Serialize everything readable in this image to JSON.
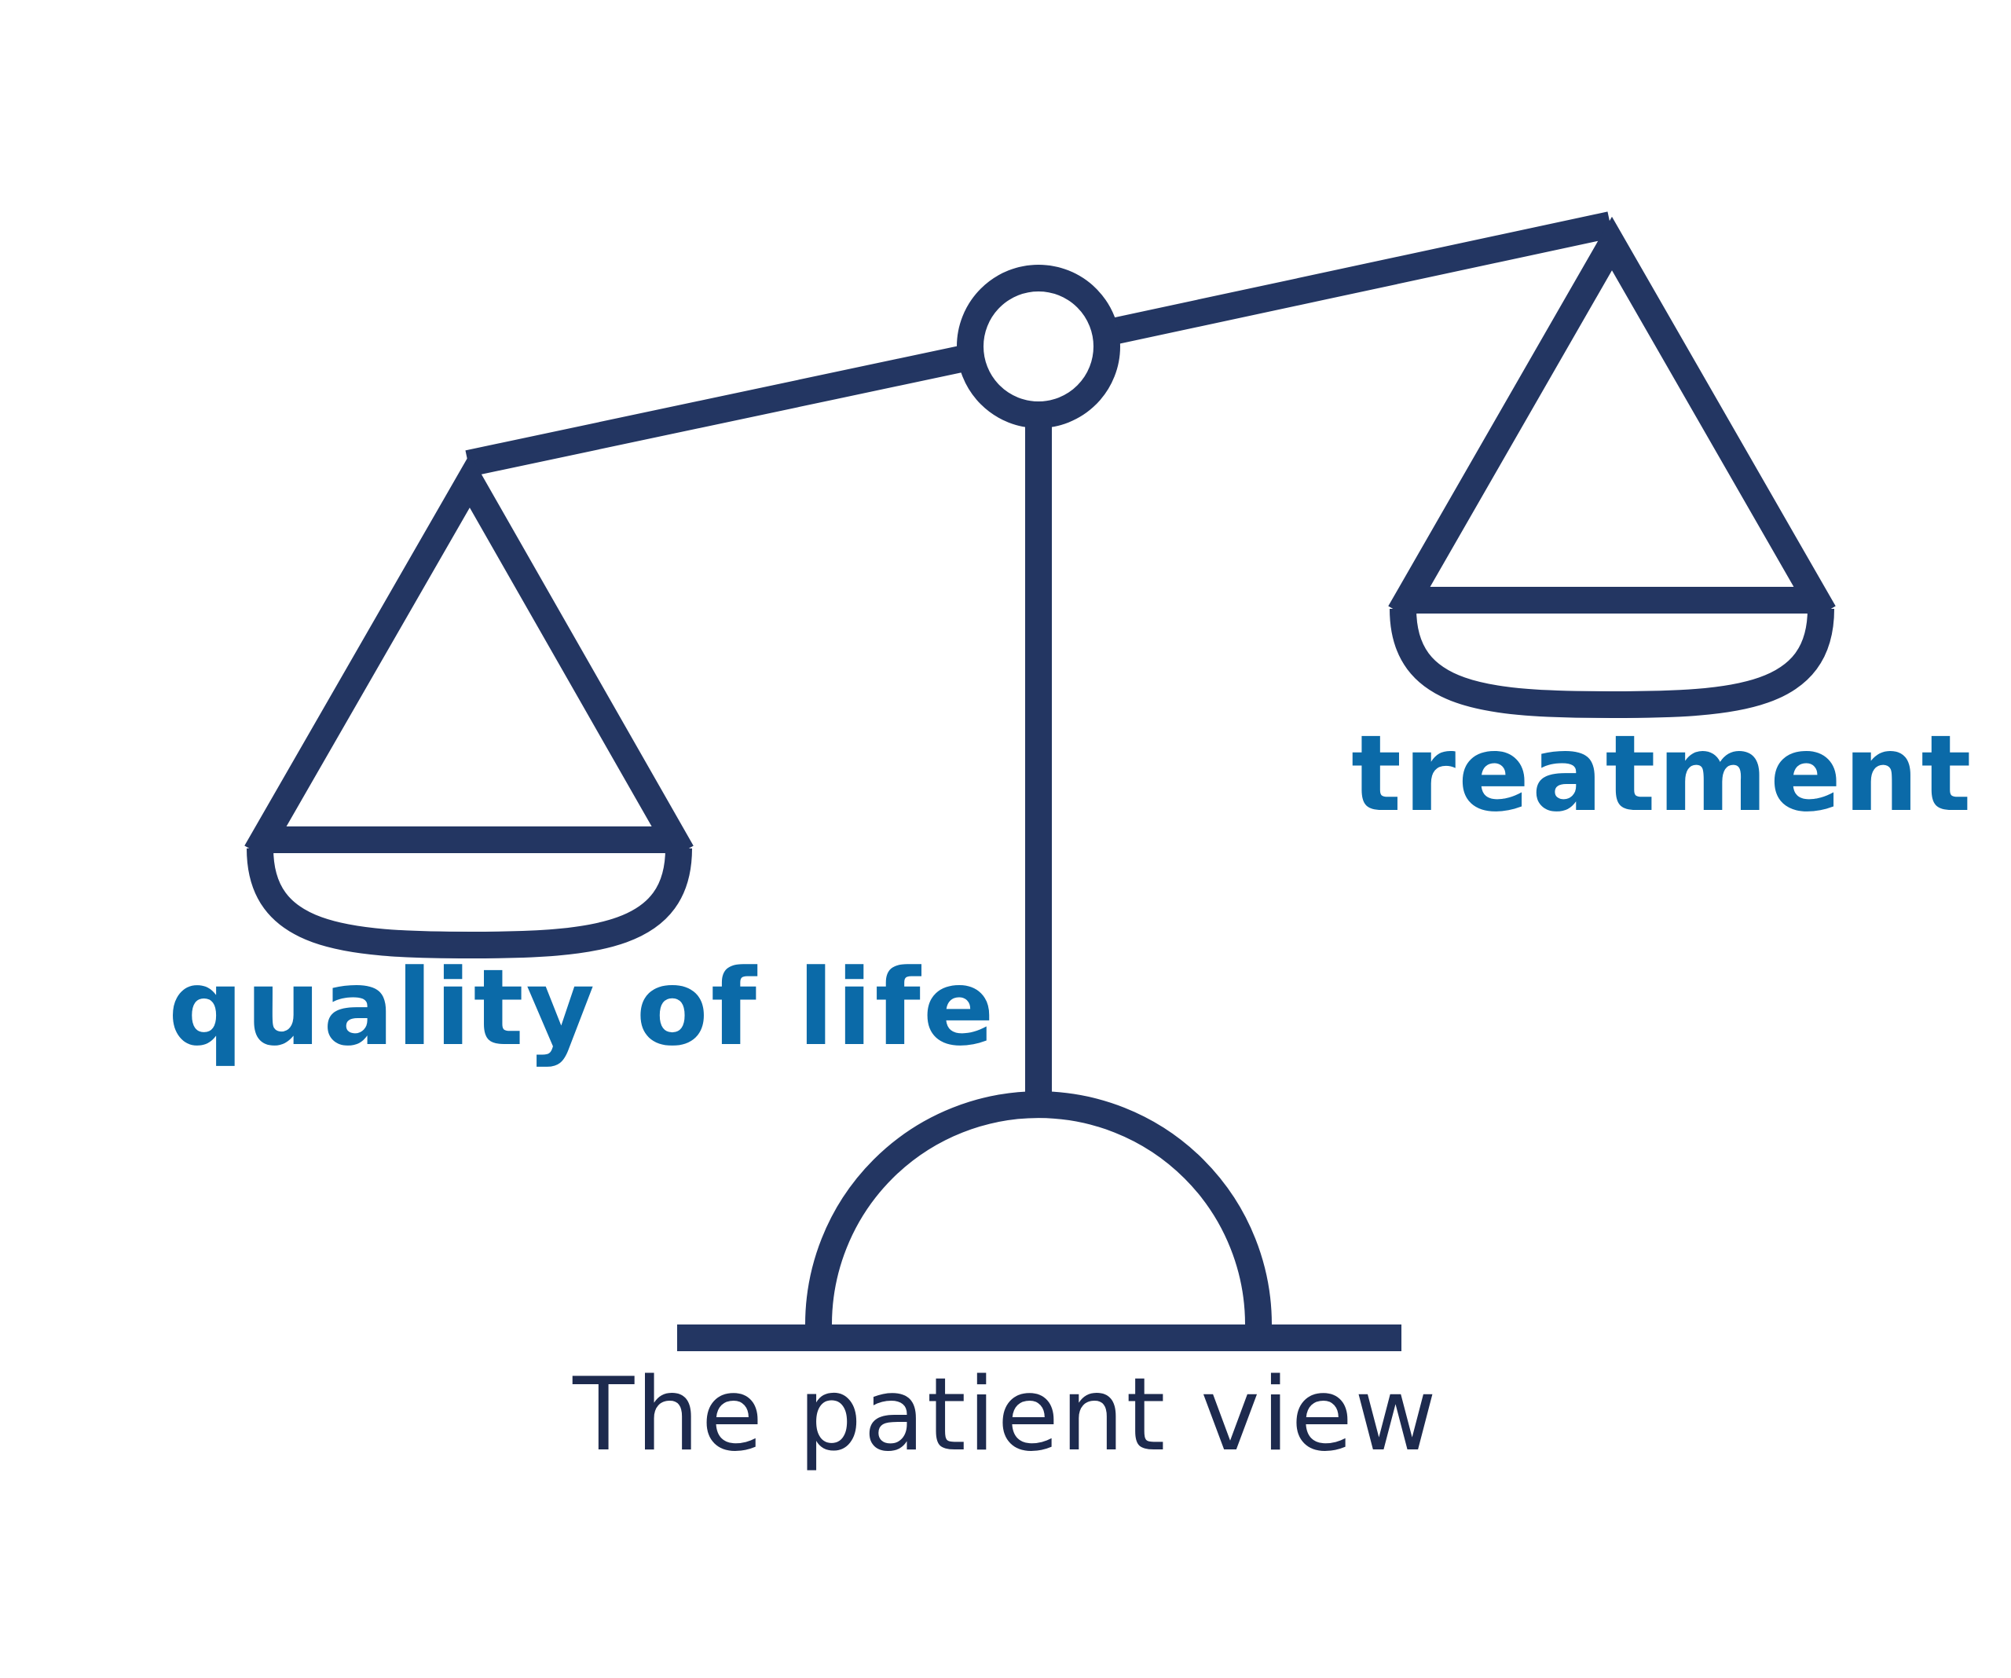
{
  "left_pan": {
    "label": "quality of life"
  },
  "right_pan": {
    "label": "treatment"
  },
  "caption": "The patient view",
  "colors": {
    "scale_stroke": "#233662",
    "pan_label": "#0b6aa8",
    "caption": "#1d2a4e",
    "background": "#ffffff"
  },
  "icons": {
    "scale": "balance-scale-icon"
  }
}
